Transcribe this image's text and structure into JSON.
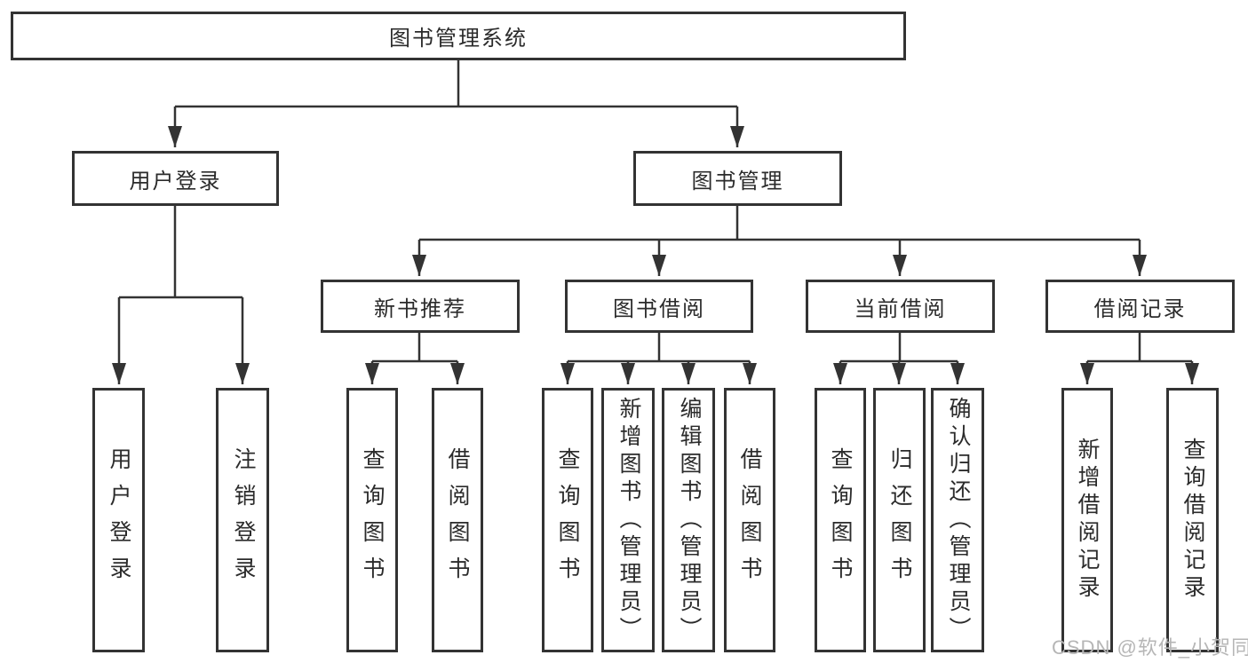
{
  "diagram": {
    "root": {
      "label": "图书管理系统"
    },
    "branches": [
      {
        "label": "用户登录",
        "children": [
          {
            "label": "用户登录"
          },
          {
            "label": "注销登录"
          }
        ]
      },
      {
        "label": "图书管理",
        "children": [
          {
            "label": "新书推荐",
            "children": [
              {
                "label": "查询图书"
              },
              {
                "label": "借阅图书"
              }
            ]
          },
          {
            "label": "图书借阅",
            "children": [
              {
                "label": "查询图书"
              },
              {
                "label": "新增图书（管理员）"
              },
              {
                "label": "编辑图书（管理员）"
              },
              {
                "label": "借阅图书"
              }
            ]
          },
          {
            "label": "当前借阅",
            "children": [
              {
                "label": "查询图书"
              },
              {
                "label": "归还图书"
              },
              {
                "label": "确认归还（管理员）"
              }
            ]
          },
          {
            "label": "借阅记录",
            "children": [
              {
                "label": "新增借阅记录"
              },
              {
                "label": "查询借阅记录"
              }
            ]
          }
        ]
      }
    ]
  },
  "watermark": {
    "text": "CSDN @软件_小贺同学"
  },
  "colors": {
    "line": "#333333",
    "text": "#2b2b2b",
    "watermark": "#b6b6b6",
    "background": "#ffffff"
  }
}
